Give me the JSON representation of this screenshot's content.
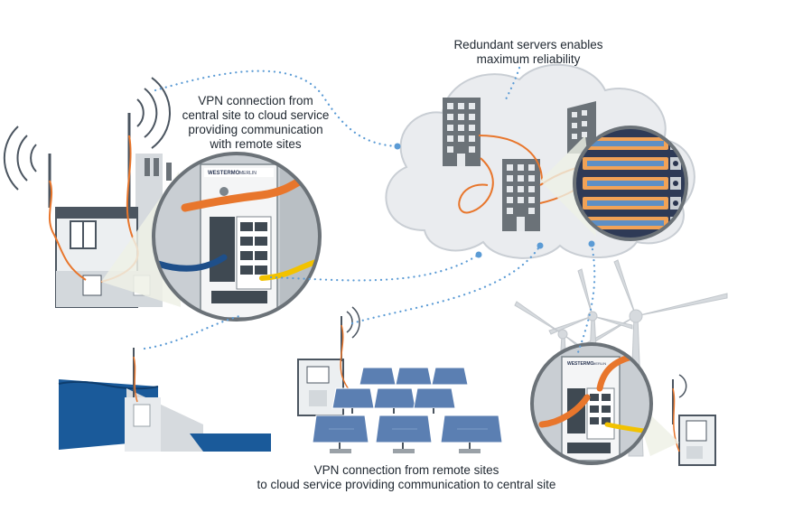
{
  "captions": {
    "cloud": [
      "Redundant servers enables",
      "maximum reliability"
    ],
    "central": [
      "VPN connection from",
      "central site to cloud service",
      "providing communication",
      "with remote sites"
    ],
    "remote": [
      "VPN connection from remote sites",
      "to cloud service providing communication to central site"
    ]
  },
  "device": {
    "brand": "WESTERMO",
    "model": "MERLIN"
  },
  "colors": {
    "dotted_link": "#5b9bd5",
    "cable_orange": "#e8762c",
    "cloud_fill": "#eaecef",
    "building": "#6b7278",
    "water": "#1a5a9a",
    "solar_panel": "#5b7fb2"
  }
}
